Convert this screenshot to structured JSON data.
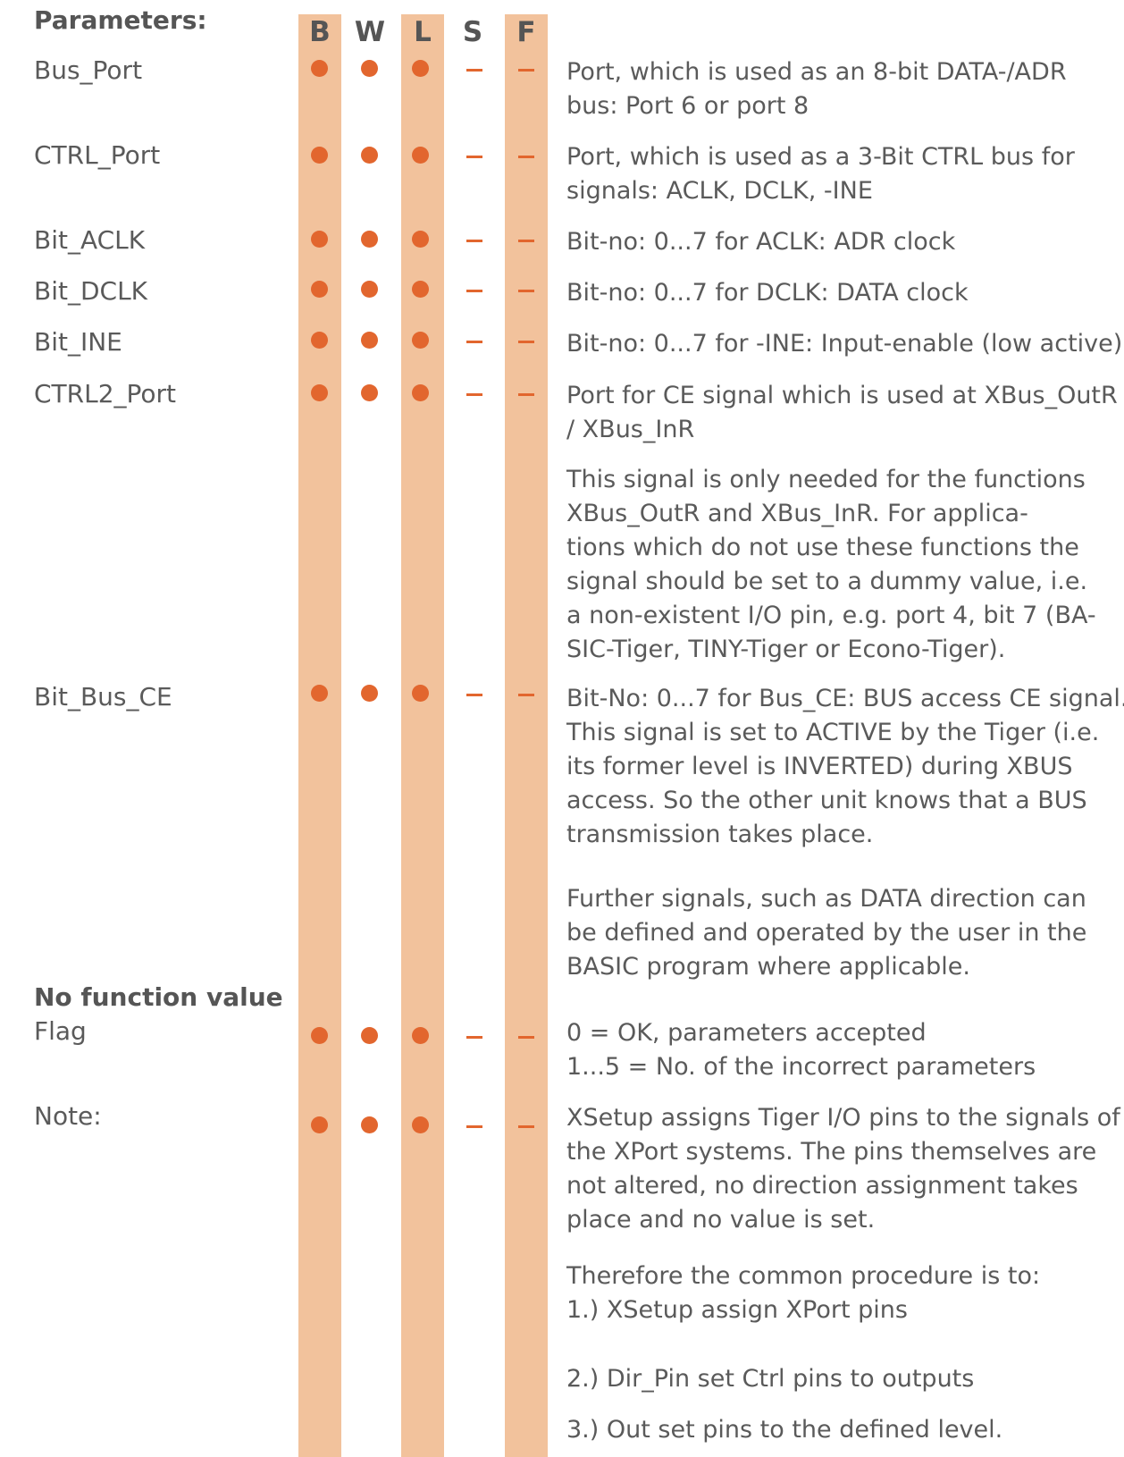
{
  "header": {
    "parameters_label": "Parameters:",
    "columns": [
      "B",
      "W",
      "L",
      "S",
      "F"
    ]
  },
  "params": [
    {
      "name": "Bus_Port",
      "marks": [
        "dot",
        "dot",
        "dot",
        "dash",
        "dash"
      ],
      "desc": [
        "Port, which is used as an 8-bit DATA-/ADR",
        "bus: Port 6 or port 8"
      ]
    },
    {
      "name": "CTRL_Port",
      "marks": [
        "dot",
        "dot",
        "dot",
        "dash",
        "dash"
      ],
      "desc": [
        "Port, which is used as a 3-Bit CTRL bus for",
        "signals: ACLK, DCLK, -INE"
      ]
    },
    {
      "name": "Bit_ACLK",
      "marks": [
        "dot",
        "dot",
        "dot",
        "dash",
        "dash"
      ],
      "desc": [
        "Bit-no: 0...7 for ACLK:  ADR clock"
      ]
    },
    {
      "name": "Bit_DCLK",
      "marks": [
        "dot",
        "dot",
        "dot",
        "dash",
        "dash"
      ],
      "desc": [
        "Bit-no: 0...7 for DCLK:  DATA clock"
      ]
    },
    {
      "name": "Bit_INE",
      "marks": [
        "dot",
        "dot",
        "dot",
        "dash",
        "dash"
      ],
      "desc": [
        "Bit-no: 0...7 for -INE:  Input-enable (low active)"
      ]
    },
    {
      "name": "CTRL2_Port",
      "marks": [
        "dot",
        "dot",
        "dot",
        "dash",
        "dash"
      ],
      "desc": [
        "Port for CE signal which is used at XBus_OutR",
        "/ XBus_InR"
      ]
    },
    {
      "name": "",
      "marks": [],
      "desc": [
        "This signal is only needed for the functions",
        "XBus_OutR and XBus_InR. For applica-",
        "tions which do not use these functions the",
        "signal should be set to a dummy value, i.e.",
        "a non-existent I/O pin, e.g. port 4, bit 7 (BA-",
        "SIC-Tiger, TINY-Tiger or Econo-Tiger)."
      ]
    },
    {
      "name": "Bit_Bus_CE",
      "marks": [
        "dot",
        "dot",
        "dot",
        "dash",
        "dash"
      ],
      "desc": [
        "Bit-No: 0...7 for Bus_CE: BUS access CE signal.",
        "This signal is set to ACTIVE by the Tiger (i.e.",
        "its former level is INVERTED) during XBUS",
        "access. So the other unit knows that a BUS",
        "transmission takes place."
      ]
    },
    {
      "name": "",
      "marks": [],
      "desc": [
        "Further signals, such as DATA direction can",
        "be defined and operated by the user in the",
        "BASIC program where applicable."
      ]
    },
    {
      "name": "No function value",
      "bold": true,
      "marks": [],
      "desc": []
    },
    {
      "name": "Flag",
      "marks": [
        "dot",
        "dot",
        "dot",
        "dash",
        "dash"
      ],
      "desc": [
        "0 = OK, parameters accepted",
        "1...5 = No. of the incorrect parameters"
      ]
    },
    {
      "name": "Note:",
      "marks": [
        "dot",
        "dot",
        "dot",
        "dash",
        "dash"
      ],
      "desc": [
        "XSetup assigns Tiger I/O pins to the signals of",
        "the XPort systems. The pins themselves are",
        "not altered, no direction assignment takes",
        "place and no value is set."
      ]
    },
    {
      "name": "",
      "marks": [],
      "desc": [
        "Therefore the common procedure is to:",
        "1.)  XSetup assign XPort pins"
      ]
    },
    {
      "name": "",
      "marks": [],
      "desc": [
        "2.)  Dir_Pin set Ctrl pins to outputs"
      ]
    },
    {
      "name": "",
      "marks": [],
      "desc": [
        "3.)  Out set pins to the defined level."
      ]
    }
  ]
}
